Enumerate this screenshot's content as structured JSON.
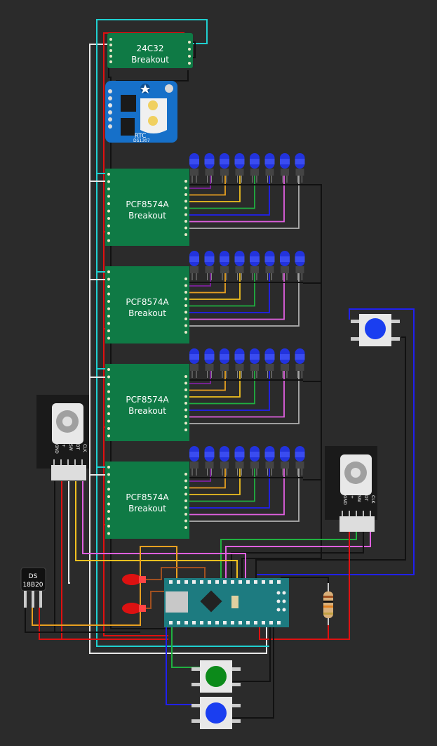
{
  "eeprom": {
    "line1": "24C32",
    "line2": "Breakout"
  },
  "rtc": {
    "label": "RTC",
    "chip": "DS1307"
  },
  "expanders": [
    {
      "line1": "PCF8574A",
      "line2": "Breakout"
    },
    {
      "line1": "PCF8574A",
      "line2": "Breakout"
    },
    {
      "line1": "PCF8574A",
      "line2": "Breakout"
    },
    {
      "line1": "PCF8574A",
      "line2": "Breakout"
    }
  ],
  "encoder_left": {
    "pins": [
      "GND",
      "+",
      "SW",
      "DT",
      "CLK"
    ]
  },
  "encoder_right": {
    "pins": [
      "GND",
      "+",
      "SW",
      "DT",
      "CLK"
    ]
  },
  "temp_sensor": {
    "line1": "DS",
    "line2": "18B20"
  },
  "colors": {
    "background": "#2b2b2b",
    "board_green": "#0f7a45",
    "arduino_teal": "#1d7b80",
    "led_blue": "#2233dd",
    "led_red": "#dd1111",
    "wire_red": "#e01010",
    "wire_black": "#111111",
    "wire_cyan": "#20d0d0",
    "wire_white": "#e8e8e8",
    "wire_yellow": "#f0c020",
    "wire_orange": "#e8a020",
    "wire_green": "#20b040",
    "wire_blue": "#2020f0",
    "wire_pink": "#e060e0",
    "wire_gray": "#b0b0b0",
    "wire_purple": "#8020a0",
    "wire_brown": "#a05020"
  },
  "icons": [
    "star-icon",
    "coin-cell-battery-icon",
    "resistor-icon",
    "pushbutton-icon",
    "knob-icon"
  ]
}
